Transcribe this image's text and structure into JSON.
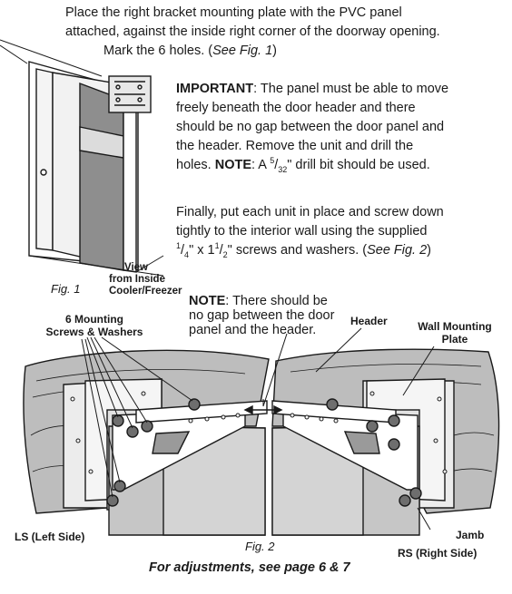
{
  "instructions": {
    "line1": "Place the right bracket mounting plate with the PVC panel",
    "line2": "attached, against the inside right  corner of the doorway opening.",
    "line3_a": "Mark the 6 holes.  (",
    "line3_ref": "See Fig. 1",
    "line3_b": ")"
  },
  "important": {
    "label": "IMPORTANT",
    "line1": ": The panel must be able to move",
    "line2": "freely beneath the door header and there",
    "line3": "should be no gap between the door panel and",
    "line4": "the header. Remove the unit and drill the",
    "line5_a": "holes.  ",
    "note_label": "NOTE",
    "line5_b": ": A ",
    "drill_num": "5",
    "drill_den": "32",
    "line5_c": "\" drill bit should be used."
  },
  "finally": {
    "line1": "Finally, put each unit in place and screw down",
    "line2": "tightly to the interior wall using the supplied",
    "screw_a_num": "1",
    "screw_a_den": "4",
    "screw_mid": "\" x 1",
    "screw_b_num": "1",
    "screw_b_den": "2",
    "line3_b": "\" screws and washers. (",
    "line3_ref": "See Fig. 2",
    "line3_c": ")"
  },
  "fig1": {
    "caption": "Fig. 1",
    "view_line1": "View",
    "view_line2": "from Inside",
    "view_line3": "Cooler/Freezer"
  },
  "note2": {
    "label": "NOTE",
    "line1": ": There should be",
    "line2": "no gap between the door",
    "line3": "panel and the header."
  },
  "fig2": {
    "caption": "Fig. 2",
    "screws_line1": "6 Mounting",
    "screws_line2": "Screws & Washers",
    "header": "Header",
    "wall_plate_line1": "Wall Mounting",
    "wall_plate_line2": "Plate",
    "left_side": "LS (Left Side)",
    "jamb": "Jamb",
    "right_side": "RS (Right Side)"
  },
  "footer": {
    "adjustments": "For adjustments, see page 6 & 7"
  },
  "colors": {
    "ink": "#1a1a1a",
    "panel_gray": "#8e8e8e",
    "panel_light": "#cfcfcf",
    "wood": "#b8b8b8",
    "plate": "#e6e6e6"
  }
}
